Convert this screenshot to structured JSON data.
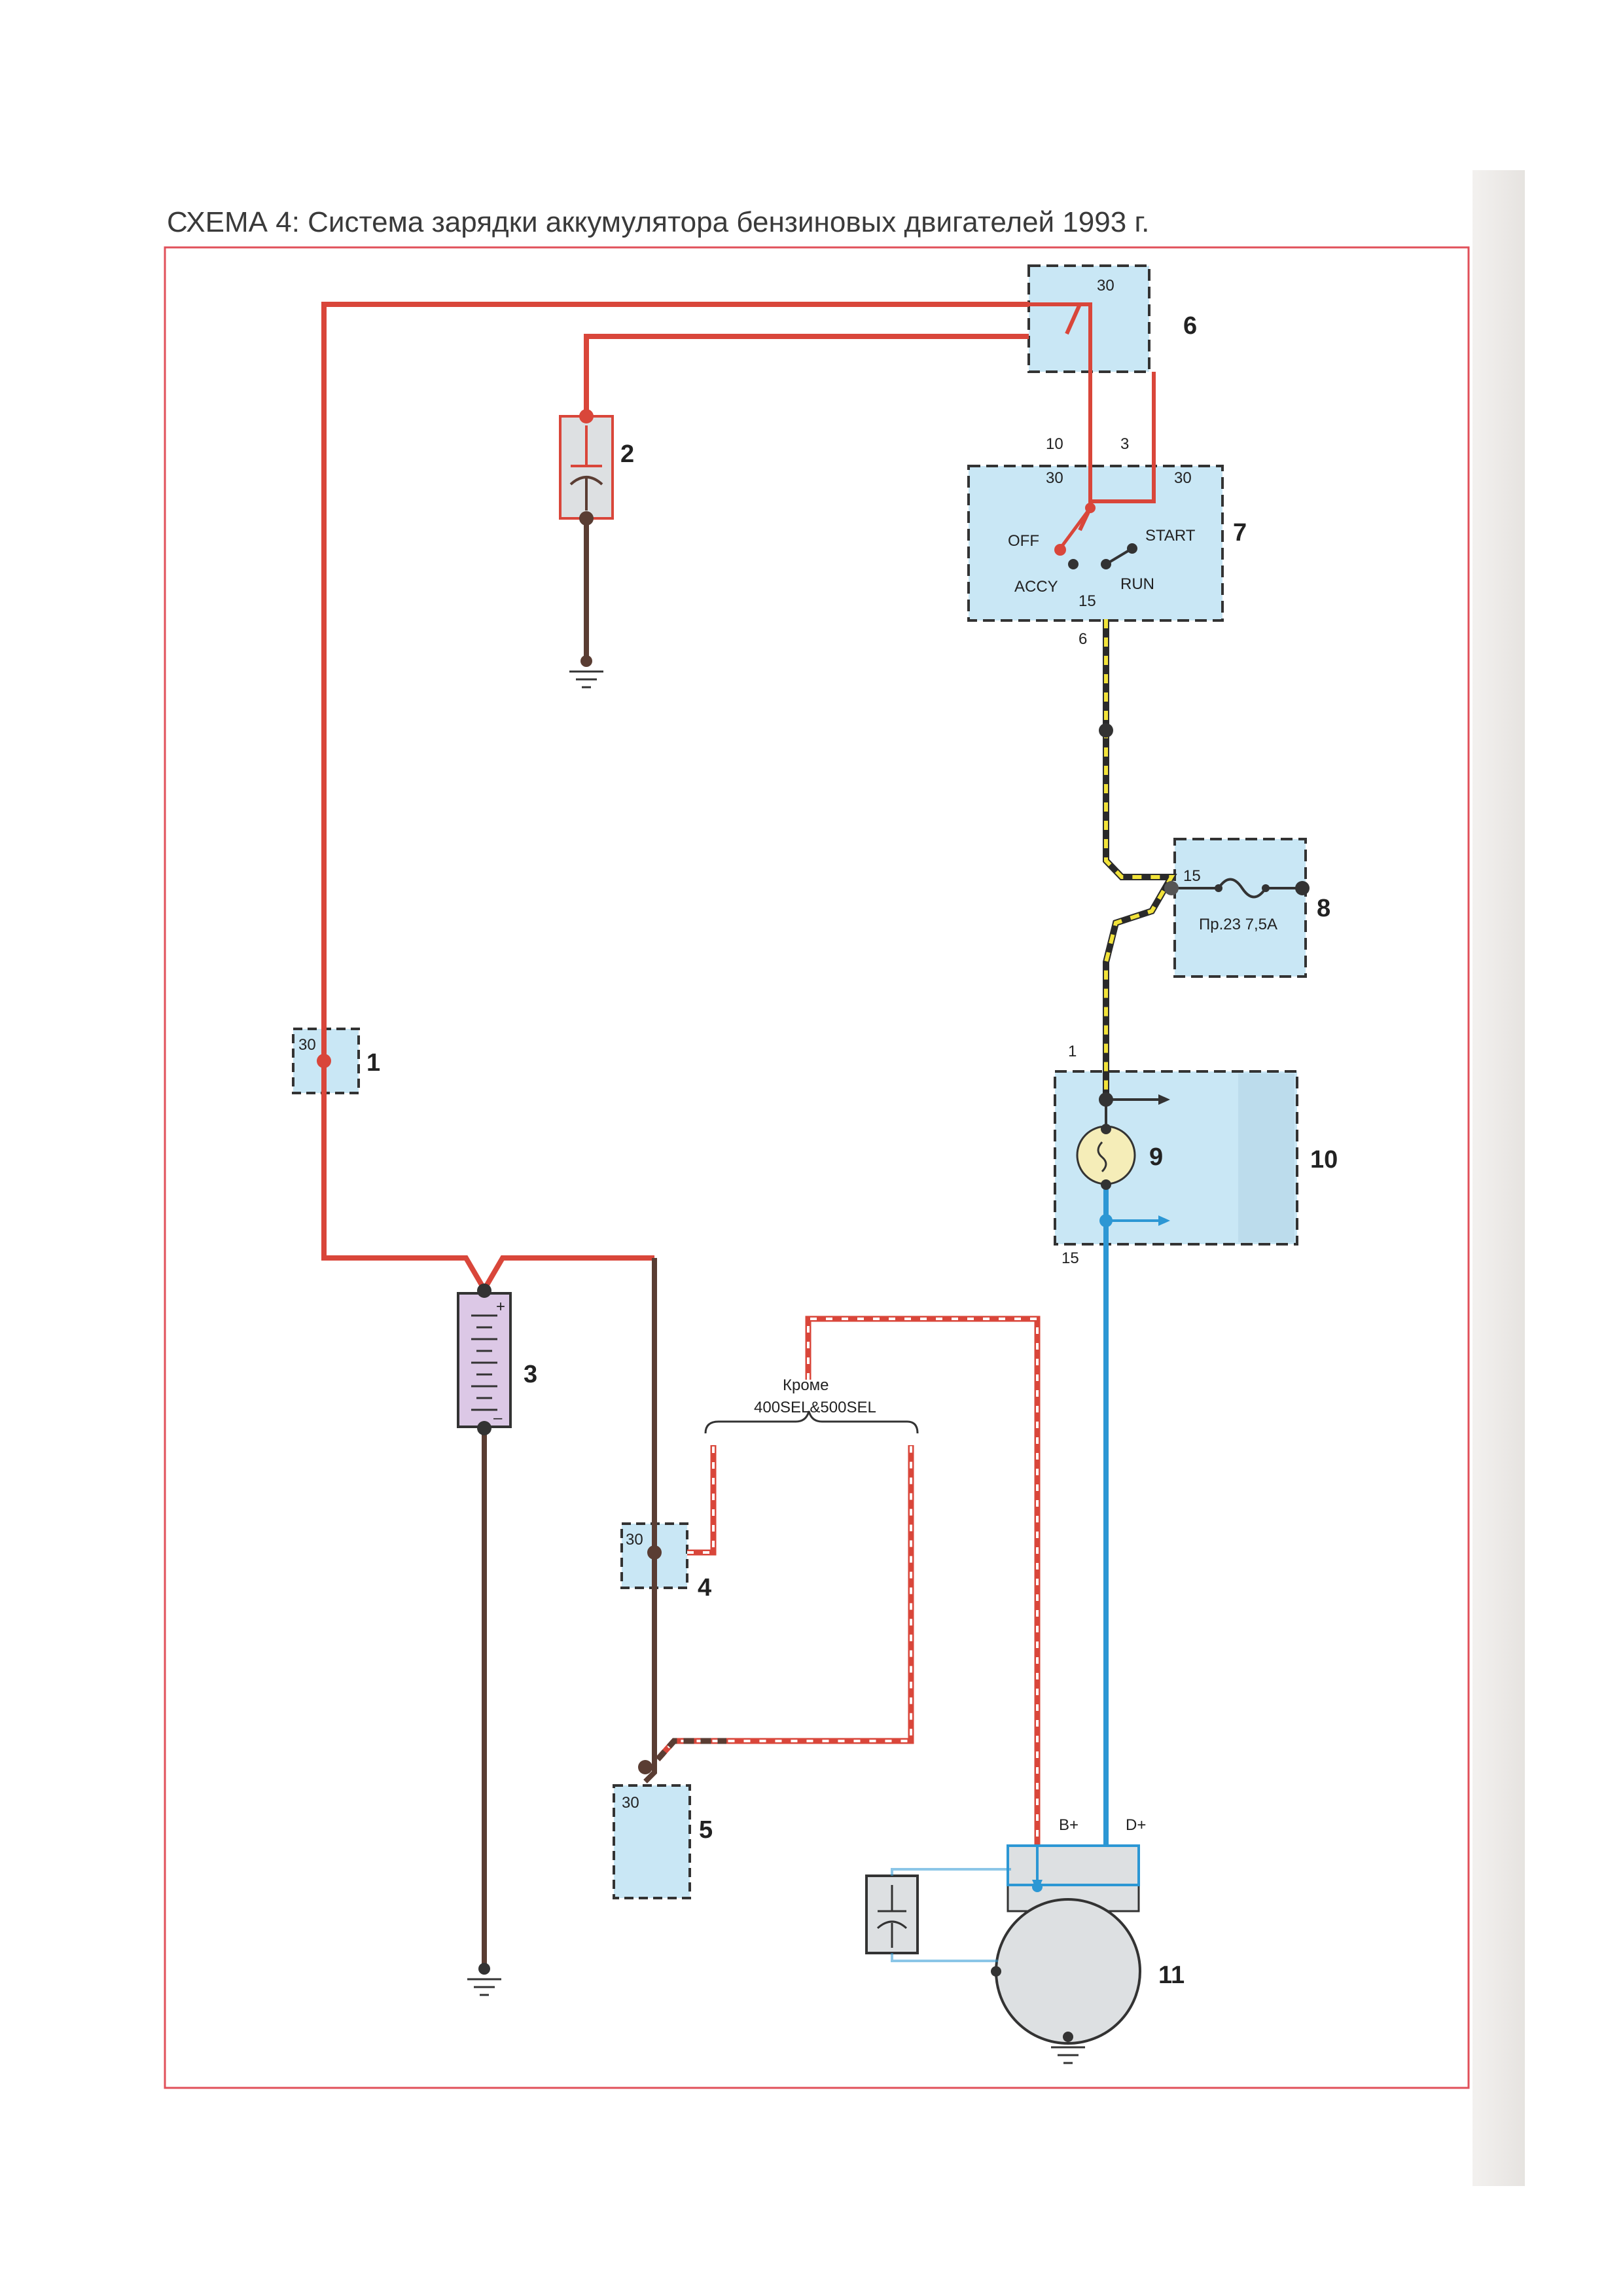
{
  "title": "СХЕМА 4: Система зарядки аккумулятора бензиновых двигателей 1993 г.",
  "colors": {
    "frame": "#e0505a",
    "wire_red": "#d9463a",
    "wire_brown": "#5a3d33",
    "wire_blue": "#2c97d4",
    "wire_yellow": "#f2e33a",
    "wire_black": "#2a2a2a",
    "box_fill": "#c9e7f5",
    "battery_fill": "#dcc8e6"
  },
  "components": {
    "c1": {
      "number": "1",
      "pin": "30"
    },
    "c2": {
      "number": "2"
    },
    "c3": {
      "number": "3",
      "plus": "+",
      "minus": "–"
    },
    "c4": {
      "number": "4",
      "pin": "30"
    },
    "c5": {
      "number": "5",
      "pin": "30"
    },
    "c6": {
      "number": "6",
      "pin": "30"
    },
    "c7": {
      "number": "7",
      "pin_10": "10",
      "pin_3": "3",
      "pin_30_left": "30",
      "pin_30_right": "30",
      "off": "OFF",
      "start": "START",
      "accy": "ACCY",
      "run": "RUN",
      "pin_15": "15",
      "pin_6": "6"
    },
    "c8": {
      "number": "8",
      "pin": "15",
      "fuse": "Пр.23 7,5А"
    },
    "c9": {
      "number": "9"
    },
    "c10": {
      "number": "10",
      "pin_1": "1",
      "pin_15": "15"
    },
    "c11": {
      "number": "11",
      "b_plus": "B+",
      "d_plus": "D+"
    }
  },
  "note": {
    "line1": "Кроме",
    "line2": "400SEL&500SEL"
  }
}
